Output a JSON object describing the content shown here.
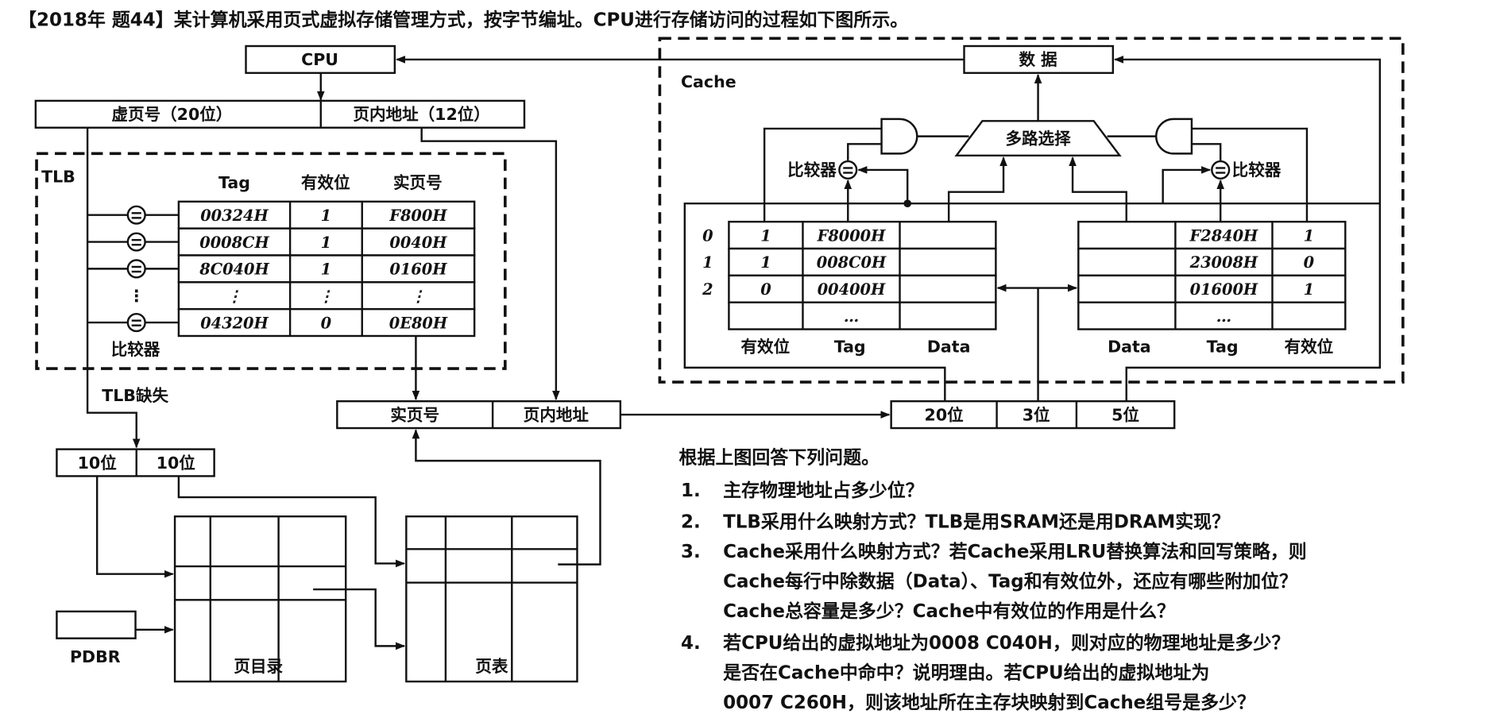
{
  "title": "【2018年 题44】某计算机采用页式虚拟存储管理方式，按字节编址。CPU进行存储访问的过程如下图所示。",
  "cpu": "CPU",
  "data_box": "数 据",
  "virtual_address": {
    "vpn": "虚页号（20位）",
    "offset": "页内地址（12位）"
  },
  "tlb": {
    "label": "TLB",
    "headers": [
      "Tag",
      "有效位",
      "实页号"
    ],
    "rows": [
      [
        "00324H",
        "1",
        "F800H"
      ],
      [
        "0008CH",
        "1",
        "0040H"
      ],
      [
        "8C040H",
        "1",
        "0160H"
      ],
      [
        "⋮",
        "⋮",
        "⋮"
      ],
      [
        "04320H",
        "0",
        "0E80H"
      ]
    ],
    "comparator_label": "比较器",
    "miss_label": "TLB缺失"
  },
  "physical_address": {
    "ppn": "实页号",
    "offset": "页内地址"
  },
  "split_10": [
    "10位",
    "10位"
  ],
  "pdbr": "PDBR",
  "page_directory": "页目录",
  "page_table": "页表",
  "cache": {
    "label": "Cache",
    "mux": "多路选择",
    "comparator_label": "比较器",
    "set_indices": [
      "0",
      "1",
      "2"
    ],
    "left_rows": [
      [
        "1",
        "F8000H",
        ""
      ],
      [
        "1",
        "008C0H",
        ""
      ],
      [
        "0",
        "00400H",
        ""
      ],
      [
        "",
        "…",
        ""
      ]
    ],
    "right_rows": [
      [
        "",
        "F2840H",
        "1"
      ],
      [
        "",
        "23008H",
        "0"
      ],
      [
        "",
        "01600H",
        "1"
      ],
      [
        "",
        "…",
        ""
      ]
    ],
    "left_headers": [
      "有效位",
      "Tag",
      "Data"
    ],
    "right_headers": [
      "Data",
      "Tag",
      "有效位"
    ]
  },
  "address_split": [
    "20位",
    "3位",
    "5位"
  ],
  "questions": {
    "intro": "根据上图回答下列问题。",
    "items": [
      {
        "num": "1.",
        "lines": [
          "主存物理地址占多少位？"
        ]
      },
      {
        "num": "2.",
        "lines": [
          "TLB采用什么映射方式？TLB是用SRAM还是用DRAM实现？"
        ]
      },
      {
        "num": "3.",
        "lines": [
          "Cache采用什么映射方式？若Cache采用LRU替换算法和回写策略，则",
          "Cache每行中除数据（Data）、Tag和有效位外，还应有哪些附加位？",
          "Cache总容量是多少？Cache中有效位的作用是什么？"
        ]
      },
      {
        "num": "4.",
        "lines": [
          "若CPU给出的虚拟地址为0008 C040H，则对应的物理地址是多少？",
          "是否在Cache中命中？说明理由。若CPU给出的虚拟地址为",
          "0007 C260H，则该地址所在主存块映射到Cache组号是多少？"
        ]
      }
    ]
  }
}
